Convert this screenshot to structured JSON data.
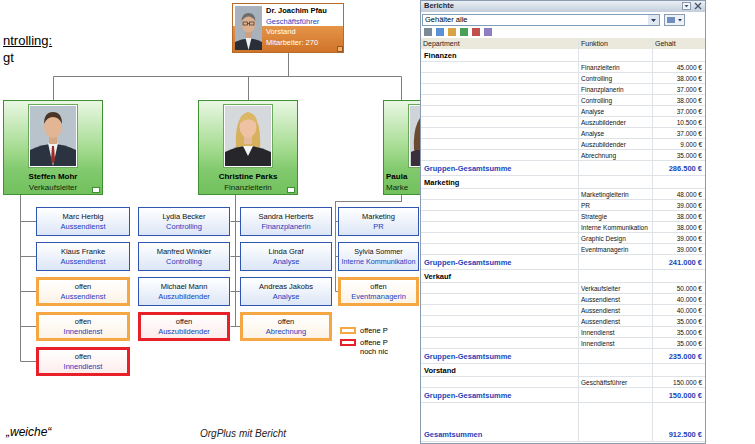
{
  "diagram": {
    "caption": "OrgPlus mit Bericht",
    "nodes": [
      {
        "text": [
          "Dr. Joachim Pfau",
          "Geschäftsführer",
          "Vorstand",
          "Mitarbeiter: 270"
        ]
      },
      {
        "text": [
          "Steffen Mohr",
          "Verkaufsleiter"
        ]
      },
      {
        "text": [
          "Christine Parks",
          "Finanzleiterin"
        ]
      },
      {
        "text": [
          "Paula",
          "Marke"
        ]
      },
      {
        "text": [
          "Marc Herbig",
          "Aussendienst"
        ]
      },
      {
        "text": [
          "Lydia Becker",
          "Controlling"
        ]
      },
      {
        "text": [
          "Sandra Herberts",
          "Finanzplanerin"
        ]
      },
      {
        "text": [
          "Marketing",
          "PR"
        ]
      },
      {
        "text": [
          "Klaus Franke",
          "Aussendienst"
        ]
      },
      {
        "text": [
          "Manfred Winkler",
          "Controlling"
        ]
      },
      {
        "text": [
          "Linda Graf",
          "Analyse"
        ]
      },
      {
        "text": [
          "Sylvia Sommer",
          "Interne Kommunikation"
        ]
      },
      {
        "text": [
          "offen",
          "Aussendienst"
        ]
      },
      {
        "text": [
          "Michael Mann",
          "Auszubildender"
        ]
      },
      {
        "text": [
          "Andreas Jakobs",
          "Analyse"
        ]
      },
      {
        "text": [
          "offen",
          "Eventmanagerin"
        ]
      },
      {
        "text": [
          "offen",
          "Innendienst"
        ]
      },
      {
        "text": [
          "offen",
          "Auszubildender"
        ]
      },
      {
        "text": [
          "offen",
          "Abrechnung"
        ]
      },
      {
        "text": [
          "offen",
          "Innendienst"
        ]
      }
    ],
    "edges": [
      {
        "from": 0,
        "to": 1,
        "arrow": "none"
      },
      {
        "from": 0,
        "to": 2,
        "arrow": "none"
      },
      {
        "from": 0,
        "to": 3,
        "arrow": "none"
      },
      {
        "from": 1,
        "to": 4,
        "arrow": "none"
      },
      {
        "from": 1,
        "to": 8,
        "arrow": "none"
      },
      {
        "from": 1,
        "to": 12,
        "arrow": "none"
      },
      {
        "from": 1,
        "to": 16,
        "arrow": "none"
      },
      {
        "from": 1,
        "to": 19,
        "arrow": "none"
      },
      {
        "from": 2,
        "to": 5,
        "arrow": "none"
      },
      {
        "from": 2,
        "to": 9,
        "arrow": "none"
      },
      {
        "from": 2,
        "to": 13,
        "arrow": "none"
      },
      {
        "from": 2,
        "to": 17,
        "arrow": "none"
      },
      {
        "from": 2,
        "to": 6,
        "arrow": "none"
      },
      {
        "from": 2,
        "to": 10,
        "arrow": "none"
      },
      {
        "from": 2,
        "to": 14,
        "arrow": "none"
      },
      {
        "from": 2,
        "to": 18,
        "arrow": "none"
      },
      {
        "from": 3,
        "to": 7,
        "arrow": "none"
      },
      {
        "from": 3,
        "to": 11,
        "arrow": "none"
      },
      {
        "from": 3,
        "to": 15,
        "arrow": "none"
      }
    ],
    "labels": [
      "ntrolling:",
      "gt",
      "„weiche“",
      "Berichte",
      "Gehälter alle",
      "Department",
      "Funktion",
      "Gehalt",
      "Finanzen",
      "Finanzleiterin",
      "45.000 €",
      "Controlling",
      "38.000 €",
      "Finanzplanerin",
      "37.000 €",
      "Controlling",
      "38.000 €",
      "Analyse",
      "37.000 €",
      "Auszubildender",
      "10.500 €",
      "Analyse",
      "37.000 €",
      "Auszubildender",
      "9.000 €",
      "Abrechnung",
      "35.000 €",
      "Gruppen-Gesamtsumme",
      "286.500 €",
      "Marketing",
      "Marketingleiterin",
      "48.000 €",
      "PR",
      "39.000 €",
      "Strategie",
      "38.000 €",
      "Interne Kommunikation",
      "38.000 €",
      "Graphic Design",
      "39.000 €",
      "Eventmanagerin",
      "39.000 €",
      "Gruppen-Gesamtsumme",
      "241.000 €",
      "Verkauf",
      "Verkaufsleiter",
      "50.000 €",
      "Aussendienst",
      "40.000 €",
      "Aussendienst",
      "40.000 €",
      "Aussendienst",
      "35.000 €",
      "Innendienst",
      "35.000 €",
      "Innendienst",
      "35.000 €",
      "Gruppen-Gesamtsumme",
      "235.000 €",
      "Vorstand",
      "Geschäftsführer",
      "150.000 €",
      "Gruppen-Gesamtsumme",
      "150.000 €",
      "Gesamtsummen",
      "912.500 €"
    ],
    "legend": [
      {
        "text": "offene P",
        "color": "#f4a742"
      },
      {
        "text": "offene P noch nic",
        "color": "#e8202a"
      }
    ]
  }
}
